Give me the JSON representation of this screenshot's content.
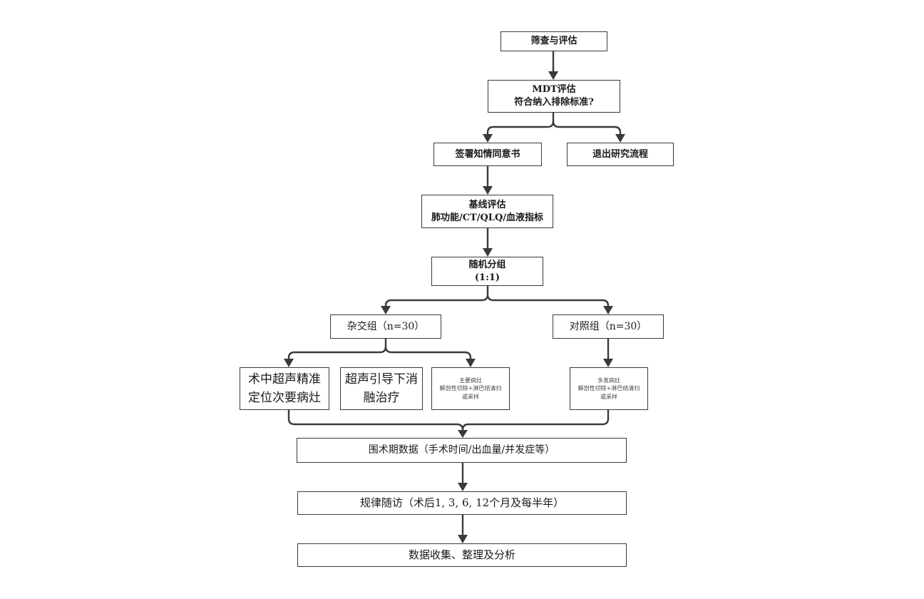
{
  "title": "Study flowchart",
  "nodes": {
    "screening": "筛查与评估",
    "mdt": "MDT评估\n符合纳入排除标准?",
    "consent": "签署知情同意书",
    "exit": "退出研究流程",
    "baseline": "基线评估\n肺功能/CT/QLQ/血液指标",
    "randomize": "随机分组\n(1:1)",
    "hybrid_group": "杂交组（n=30）",
    "control_group": "对照组（n=30）",
    "intraop_us": "术中超声精准\n定位次要病灶",
    "us_ablation": "超声引导下消\n融治疗",
    "primary_resection": "主要病灶\n解剖性切除+淋巴结清扫\n或采样",
    "multi_resection": "多发病灶\n解剖性切除+淋巴结清扫\n或采样",
    "periop": "围术期数据（手术时间/出血量/并发症等）",
    "followup": "规律随访（术后1, 3, 6, 12个月及每半年）",
    "analysis": "数据收集、整理及分析"
  },
  "colors": {
    "stroke": "#3a3a3a",
    "background": "#ffffff",
    "text": "#1a1a1a"
  }
}
